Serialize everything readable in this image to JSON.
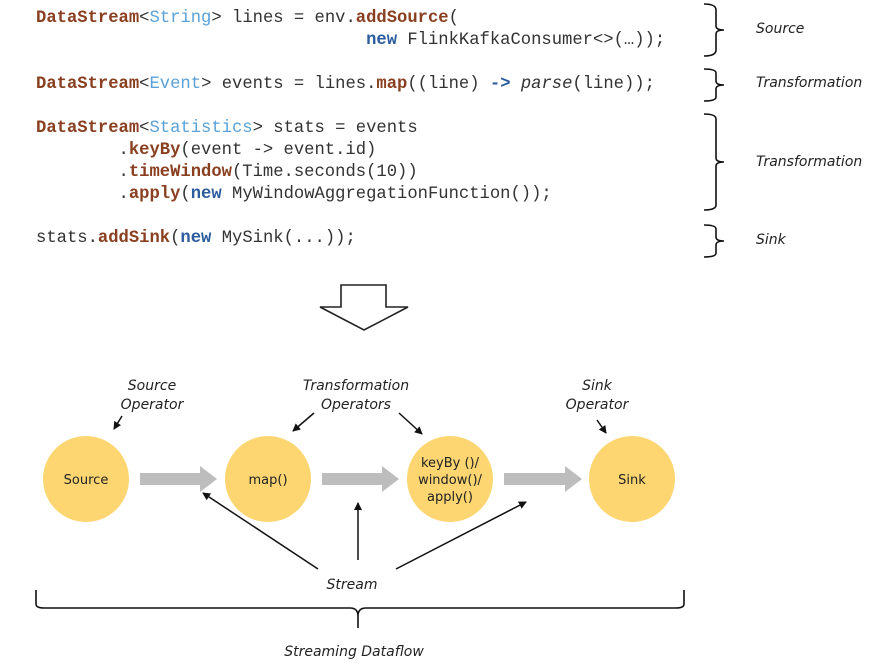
{
  "code": {
    "lines": [
      {
        "parts": [
          {
            "t": "DataStream",
            "c": "kw-type"
          },
          {
            "t": "<",
            "c": ""
          },
          {
            "t": "String",
            "c": "kw-generic"
          },
          {
            "t": "> lines = env.",
            "c": ""
          },
          {
            "t": "addSource",
            "c": "kw-method"
          },
          {
            "t": "(",
            "c": ""
          }
        ]
      },
      {
        "parts": [
          {
            "t": "                                ",
            "c": ""
          },
          {
            "t": "new",
            "c": "kw-new"
          },
          {
            "t": " FlinkKafkaConsumer<>(…));",
            "c": ""
          }
        ]
      },
      {
        "parts": [
          {
            "t": "DataStream",
            "c": "kw-type"
          },
          {
            "t": "<",
            "c": ""
          },
          {
            "t": "Event",
            "c": "kw-generic"
          },
          {
            "t": "> events = lines.",
            "c": ""
          },
          {
            "t": "map",
            "c": "kw-method"
          },
          {
            "t": "((line) ",
            "c": ""
          },
          {
            "t": "->",
            "c": "kw-arrow"
          },
          {
            "t": " ",
            "c": ""
          },
          {
            "t": "parse",
            "c": "kw-italic"
          },
          {
            "t": "(line));",
            "c": ""
          }
        ]
      },
      {
        "parts": [
          {
            "t": "DataStream",
            "c": "kw-type"
          },
          {
            "t": "<",
            "c": ""
          },
          {
            "t": "Statistics",
            "c": "kw-generic"
          },
          {
            "t": "> stats = events",
            "c": ""
          }
        ]
      },
      {
        "parts": [
          {
            "t": "        .",
            "c": ""
          },
          {
            "t": "keyBy",
            "c": "kw-method"
          },
          {
            "t": "(event -> event.id)",
            "c": ""
          }
        ]
      },
      {
        "parts": [
          {
            "t": "        .",
            "c": ""
          },
          {
            "t": "timeWindow",
            "c": "kw-method"
          },
          {
            "t": "(Time.seconds(10))",
            "c": ""
          }
        ]
      },
      {
        "parts": [
          {
            "t": "        .",
            "c": ""
          },
          {
            "t": "apply",
            "c": "kw-method"
          },
          {
            "t": "(",
            "c": ""
          },
          {
            "t": "new",
            "c": "kw-new"
          },
          {
            "t": " MyWindowAggregationFunction());",
            "c": ""
          }
        ]
      },
      {
        "parts": [
          {
            "t": "stats.",
            "c": ""
          },
          {
            "t": "addSink",
            "c": "kw-method"
          },
          {
            "t": "(",
            "c": ""
          },
          {
            "t": "new",
            "c": "kw-new"
          },
          {
            "t": " MySink(...));",
            "c": ""
          }
        ]
      }
    ]
  },
  "brackets": [
    {
      "label": "Source"
    },
    {
      "label": "Transformation"
    },
    {
      "label": "Transformation"
    },
    {
      "label": "Sink"
    }
  ],
  "diagram": {
    "nodes": [
      {
        "id": "source",
        "lines": [
          "Source"
        ]
      },
      {
        "id": "map",
        "lines": [
          "map()"
        ]
      },
      {
        "id": "keyby",
        "lines": [
          "keyBy ()/",
          "window()/",
          "apply()"
        ]
      },
      {
        "id": "sink",
        "lines": [
          "Sink"
        ]
      }
    ],
    "annotations": {
      "source_operator": [
        "Source",
        "Operator"
      ],
      "transformation_operators": [
        "Transformation",
        "Operators"
      ],
      "sink_operator": [
        "Sink",
        "Operator"
      ],
      "stream": "Stream",
      "streaming_dataflow": "Streaming Dataflow"
    },
    "colors": {
      "node_fill": "#fdd672",
      "flow_arrow": "#bdbdbd",
      "line": "#111111"
    }
  }
}
